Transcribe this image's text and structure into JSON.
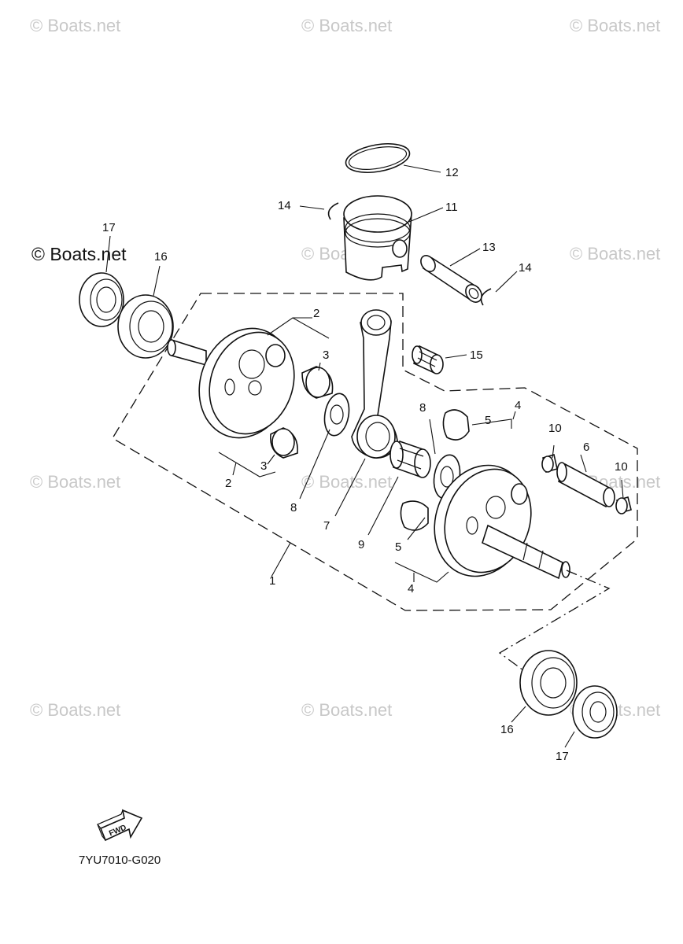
{
  "watermark_text": "© Boats.net",
  "diagram_code": "7YU7010-G020",
  "fwd_label": "FWD",
  "callouts": [
    {
      "id": "c1",
      "label": "1"
    },
    {
      "id": "c2a",
      "label": "2"
    },
    {
      "id": "c2b",
      "label": "2"
    },
    {
      "id": "c3a",
      "label": "3"
    },
    {
      "id": "c3b",
      "label": "3"
    },
    {
      "id": "c4a",
      "label": "4"
    },
    {
      "id": "c4b",
      "label": "4"
    },
    {
      "id": "c5a",
      "label": "5"
    },
    {
      "id": "c5b",
      "label": "5"
    },
    {
      "id": "c6",
      "label": "6"
    },
    {
      "id": "c7",
      "label": "7"
    },
    {
      "id": "c8a",
      "label": "8"
    },
    {
      "id": "c8b",
      "label": "8"
    },
    {
      "id": "c9",
      "label": "9"
    },
    {
      "id": "c10a",
      "label": "10"
    },
    {
      "id": "c10b",
      "label": "10"
    },
    {
      "id": "c11",
      "label": "11"
    },
    {
      "id": "c12",
      "label": "12"
    },
    {
      "id": "c13",
      "label": "13"
    },
    {
      "id": "c14a",
      "label": "14"
    },
    {
      "id": "c14b",
      "label": "14"
    },
    {
      "id": "c15",
      "label": "15"
    },
    {
      "id": "c16a",
      "label": "16"
    },
    {
      "id": "c16b",
      "label": "16"
    },
    {
      "id": "c17a",
      "label": "17"
    },
    {
      "id": "c17b",
      "label": "17"
    }
  ]
}
